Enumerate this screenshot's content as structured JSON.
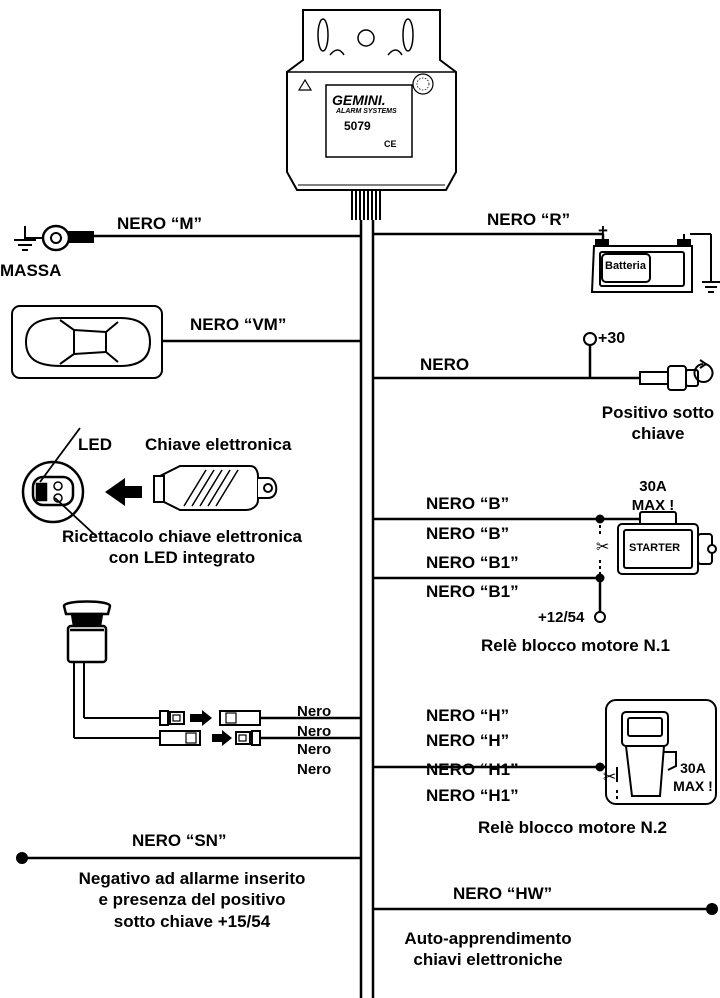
{
  "module": {
    "brand": "GEMINI.",
    "subtitle": "ALARM SYSTEMS",
    "model": "5079",
    "cert_mark": "CE"
  },
  "left": {
    "massa_wire": "NERO “M”",
    "massa_label": "MASSA",
    "vm_wire": "NERO “VM”",
    "led_label": "LED",
    "key_label": "Chiave elettronica",
    "receptacle_label": "Ricettacolo chiave elettronica\ncon LED integrato",
    "nero_1": "Nero",
    "nero_2": "Nero",
    "nero_3": "Nero",
    "nero_4": "Nero",
    "sn_wire": "NERO “SN”",
    "sn_desc": "Negativo ad allarme inserito\ne presenza del positivo\nsotto chiave +15/54"
  },
  "right": {
    "r_wire": "NERO “R”",
    "battery_plus": "+",
    "battery_label": "Batteria",
    "nero_wire": "NERO",
    "plus30": "+30",
    "ignition_label": "Positivo sotto\nchiave",
    "b_wire_1": "NERO “B”",
    "b_wire_2": "NERO “B”",
    "b1_wire_1": "NERO “B1”",
    "b1_wire_2": "NERO “B1”",
    "max30a_1": "30A\nMAX !",
    "starter_label": "STARTER",
    "plus12_54": "+12/54",
    "relay1_label": "Relè blocco motore N.1",
    "h_wire_1": "NERO “H”",
    "h_wire_2": "NERO “H”",
    "h1_wire_1": "NERO “H1”",
    "h1_wire_2": "NERO “H1”",
    "max30a_2": "30A\nMAX !",
    "relay2_label": "Relè blocco motore N.2",
    "hw_wire": "NERO “HW”",
    "hw_desc": "Auto-apprendimento\nchiavi elettroniche"
  }
}
